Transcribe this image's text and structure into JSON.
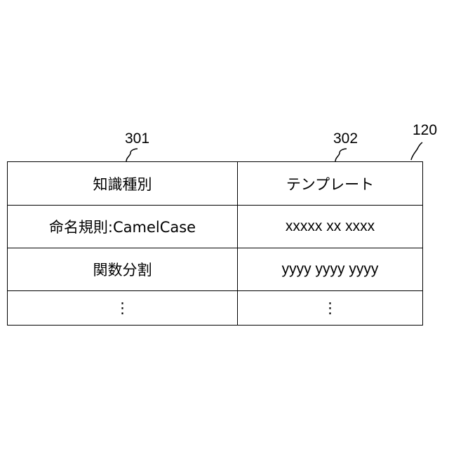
{
  "reference_numerals": {
    "col1": "301",
    "col2": "302",
    "table": "120"
  },
  "table": {
    "header": [
      "知識種別",
      "テンプレート"
    ],
    "rows": [
      [
        "命名規則:CamelCase",
        "xxxxx xx xxxx"
      ],
      [
        "関数分割",
        "yyyy yyyy yyyy"
      ],
      [
        "⋮",
        "⋮"
      ]
    ]
  }
}
